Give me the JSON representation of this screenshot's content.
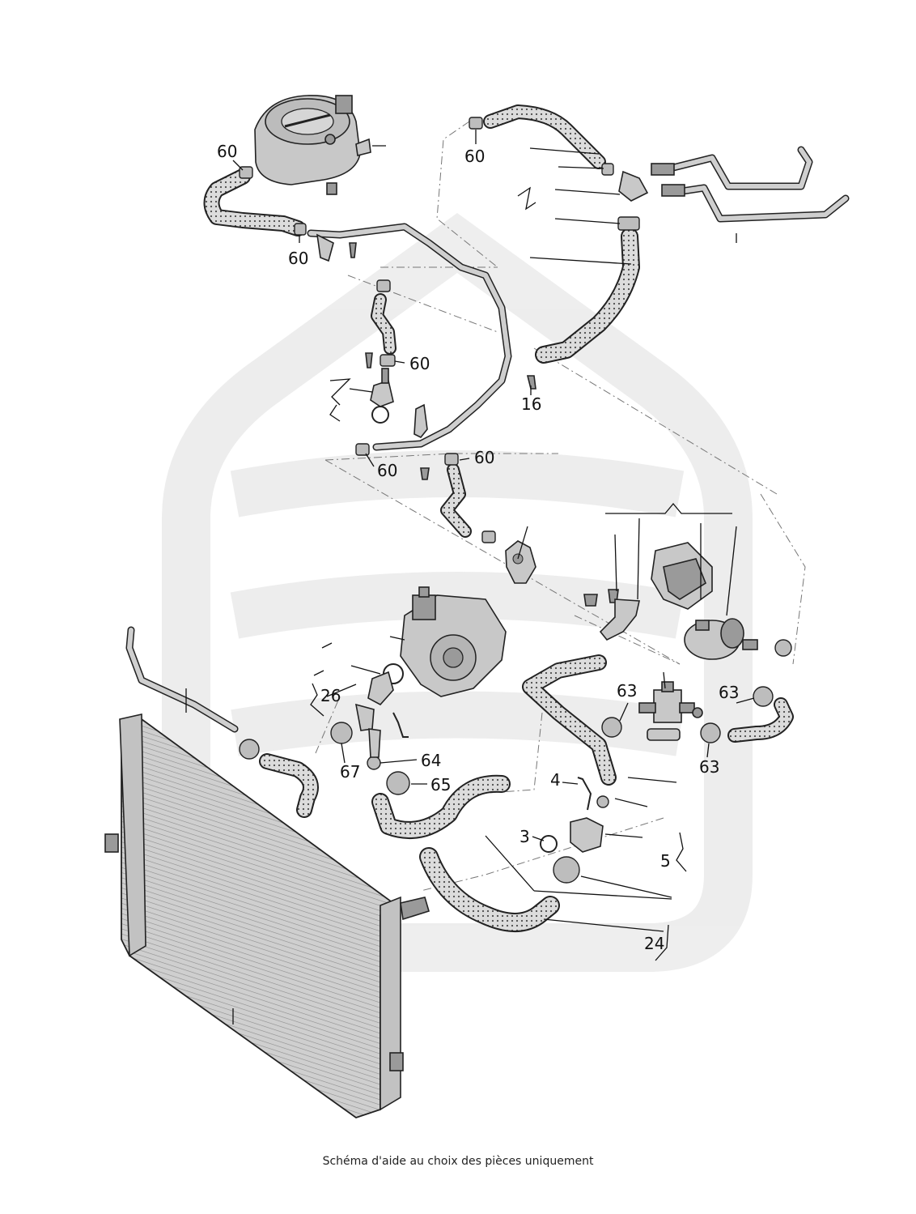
{
  "diagram": {
    "callouts": {
      "c60a": "60",
      "c60b": "60",
      "c60c": "60",
      "c60d": "60",
      "c60e": "60",
      "c60f": "60",
      "c16": "16",
      "c26": "26",
      "c67": "67",
      "c64": "64",
      "c65": "65",
      "c63a": "63",
      "c63b": "63",
      "c63c": "63",
      "c4": "4",
      "c3": "3",
      "c5": "5",
      "c24": "24"
    },
    "colors": {
      "hose_fill": "#d9d9d9",
      "hose_dot": "#5a5a5a",
      "watermark": "#efefef",
      "radiator": "#cdcdcd"
    },
    "caption": "Schéma d'aide au choix des pièces uniquement"
  }
}
